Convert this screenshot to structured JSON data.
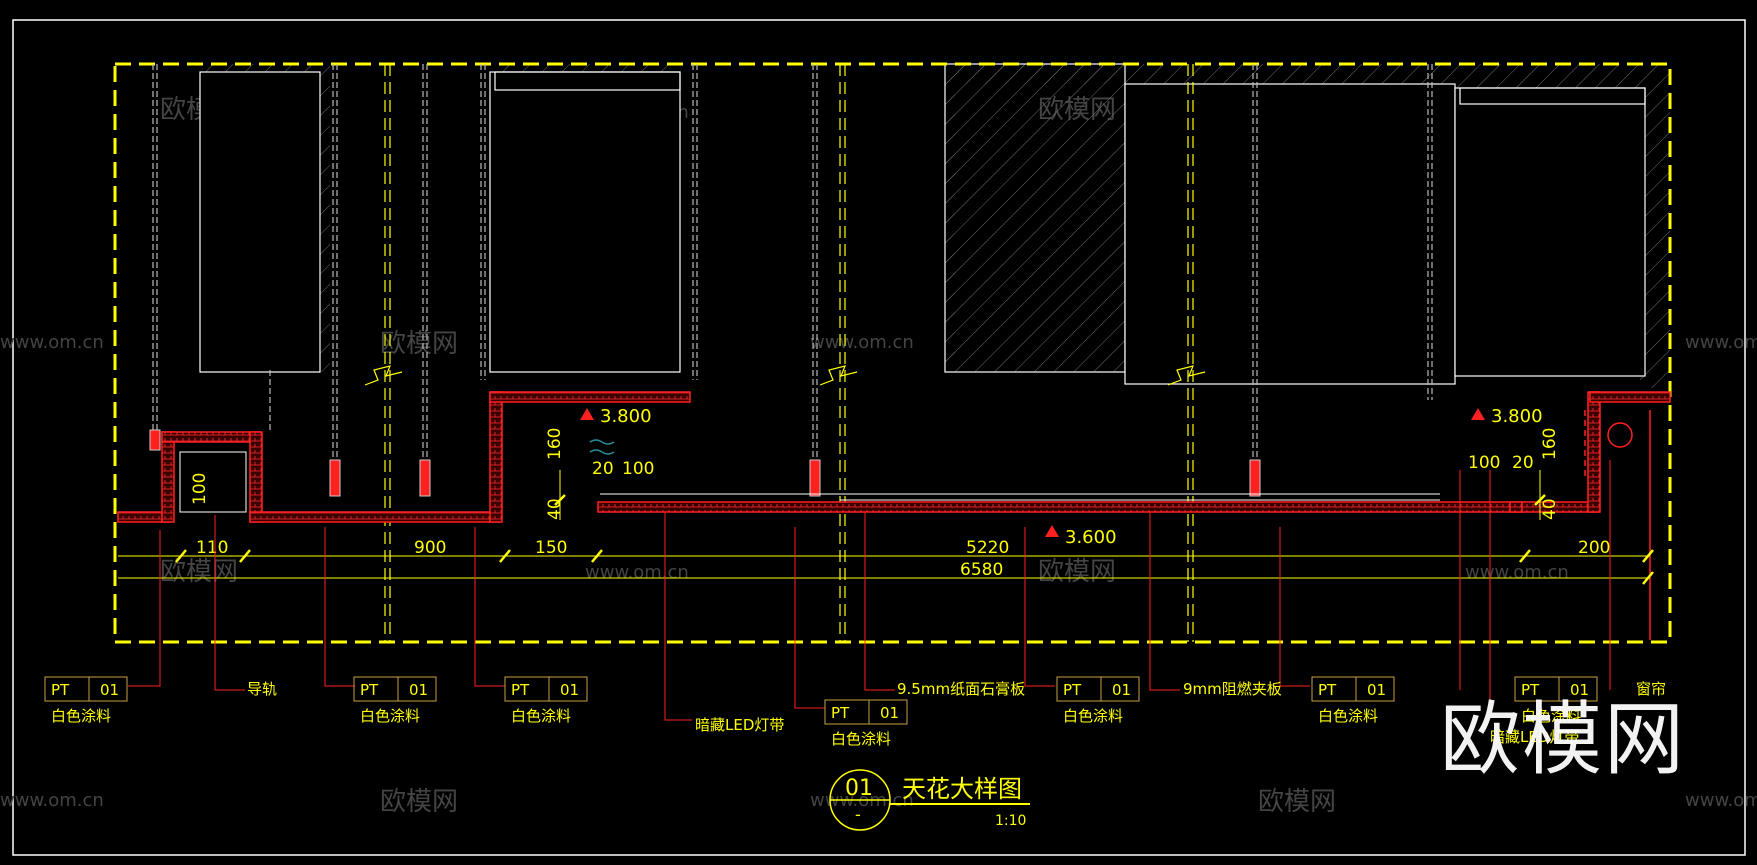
{
  "colors": {
    "background": "#000000",
    "frame": "#ffffff",
    "border_dash": "#ffff00",
    "structure": "#ffffff",
    "hatch": "#7a7a7a",
    "gypsum": "#ff2020",
    "leader": "#ff2020",
    "dimension": "#ffff00",
    "dimension_line": "#ffff00",
    "tag_box": "#c8a040",
    "text": "#ffff00",
    "watermark": "#4a4a4a"
  },
  "watermark": {
    "brand": "欧模网",
    "url": "www.om.cn",
    "logo": "欧模网"
  },
  "elevations": [
    {
      "id": "elev-left",
      "value": "3.800"
    },
    {
      "id": "elev-center",
      "value": "3.600"
    },
    {
      "id": "elev-right",
      "value": "3.800"
    }
  ],
  "dimensions": {
    "d_100_v": "100",
    "d_110": "110",
    "d_900": "900",
    "d_150": "150",
    "d_160_left": "160",
    "d_20_left": "20",
    "d_100_left": "100",
    "d_40_left": "40",
    "d_5220": "5220",
    "d_6580": "6580",
    "d_100_right": "100",
    "d_20_right": "20",
    "d_160_right": "160",
    "d_40_right": "40",
    "d_200": "200"
  },
  "material_tags": [
    {
      "code": "PT",
      "num": "01",
      "label": "白色涂料"
    },
    {
      "code": "PT",
      "num": "01",
      "label": "白色涂料"
    },
    {
      "code": "PT",
      "num": "01",
      "label": "白色涂料"
    },
    {
      "code": "PT",
      "num": "01",
      "label": "白色涂料"
    },
    {
      "code": "PT",
      "num": "01",
      "label": "白色涂料"
    },
    {
      "code": "PT",
      "num": "01",
      "label": "白色涂料"
    },
    {
      "code": "PT",
      "num": "01",
      "label": "白色涂料"
    }
  ],
  "callouts": {
    "rail": "导轨",
    "led_left": "暗藏LED灯带",
    "gypsum": "9.5mm纸面石膏板",
    "plywood": "9mm阻燃夹板",
    "led_right": "暗藏LED灯带",
    "curtain": "窗帘"
  },
  "title_block": {
    "number": "01",
    "sub_number": "-",
    "title": "天花大样图",
    "scale": "1:10"
  }
}
